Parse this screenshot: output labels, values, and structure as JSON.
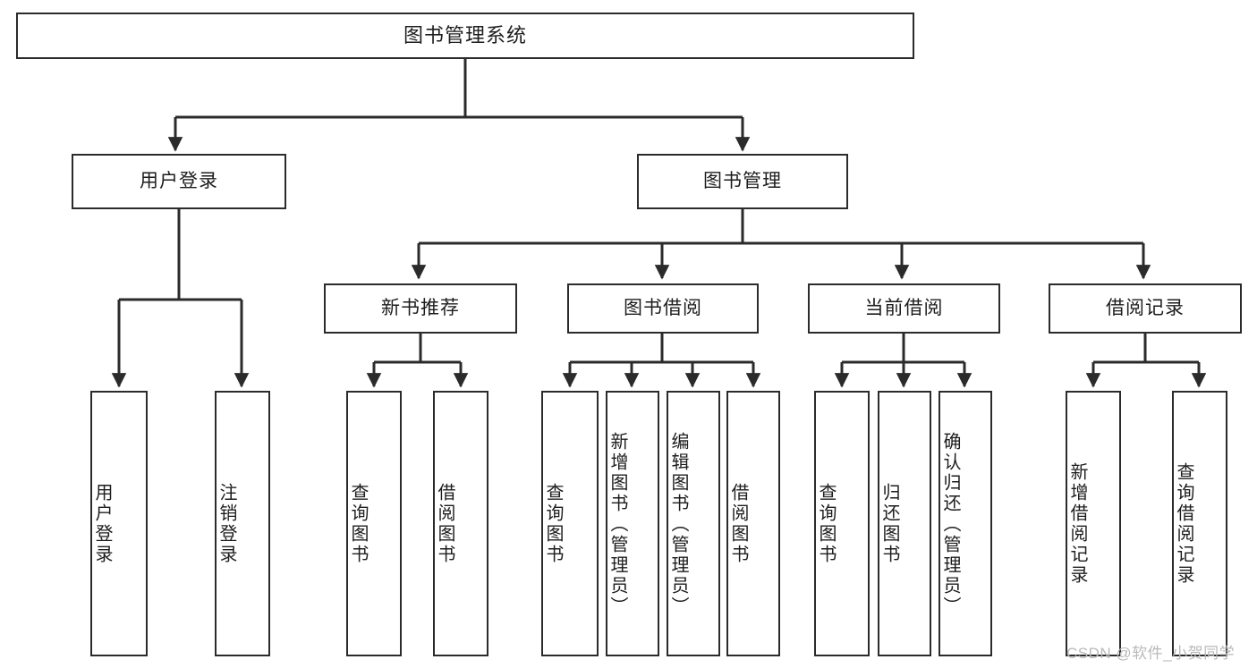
{
  "diagram": {
    "title": "图书管理系统",
    "type": "tree",
    "root": {
      "label": "图书管理系统"
    },
    "level1": [
      {
        "id": "user-login",
        "label": "用户登录"
      },
      {
        "id": "book-management",
        "label": "图书管理"
      }
    ],
    "level2": [
      {
        "id": "new-book-recommend",
        "label": "新书推荐",
        "parent": "book-management"
      },
      {
        "id": "book-borrow",
        "label": "图书借阅",
        "parent": "book-management"
      },
      {
        "id": "current-borrow",
        "label": "当前借阅",
        "parent": "book-management"
      },
      {
        "id": "borrow-record",
        "label": "借阅记录",
        "parent": "book-management"
      }
    ],
    "leaves": {
      "user-login": [
        {
          "id": "leaf-user-login",
          "label": "用户登录"
        },
        {
          "id": "leaf-logout-login",
          "label": "注销登录"
        }
      ],
      "new-book-recommend": [
        {
          "id": "leaf-query-book-1",
          "label": "查询图书"
        },
        {
          "id": "leaf-borrow-book-1",
          "label": "借阅图书"
        }
      ],
      "book-borrow": [
        {
          "id": "leaf-query-book-2",
          "label": "查询图书"
        },
        {
          "id": "leaf-add-book",
          "label": "新增图书（管理员）"
        },
        {
          "id": "leaf-edit-book",
          "label": "编辑图书（管理员）"
        },
        {
          "id": "leaf-borrow-book-2",
          "label": "借阅图书"
        }
      ],
      "current-borrow": [
        {
          "id": "leaf-query-book-3",
          "label": "查询图书"
        },
        {
          "id": "leaf-return-book",
          "label": "归还图书"
        },
        {
          "id": "leaf-confirm-return",
          "label": "确认归还（管理员）"
        }
      ],
      "borrow-record": [
        {
          "id": "leaf-add-record",
          "label": "新增借阅记录"
        },
        {
          "id": "leaf-query-record",
          "label": "查询借阅记录"
        }
      ]
    }
  },
  "watermark": {
    "text": "CSDN @软件_小贺同学"
  },
  "colors": {
    "stroke": "#2b2b2b",
    "fill": "#ffffff",
    "text": "#1d1d1d",
    "watermark": "#b9b9b9"
  }
}
